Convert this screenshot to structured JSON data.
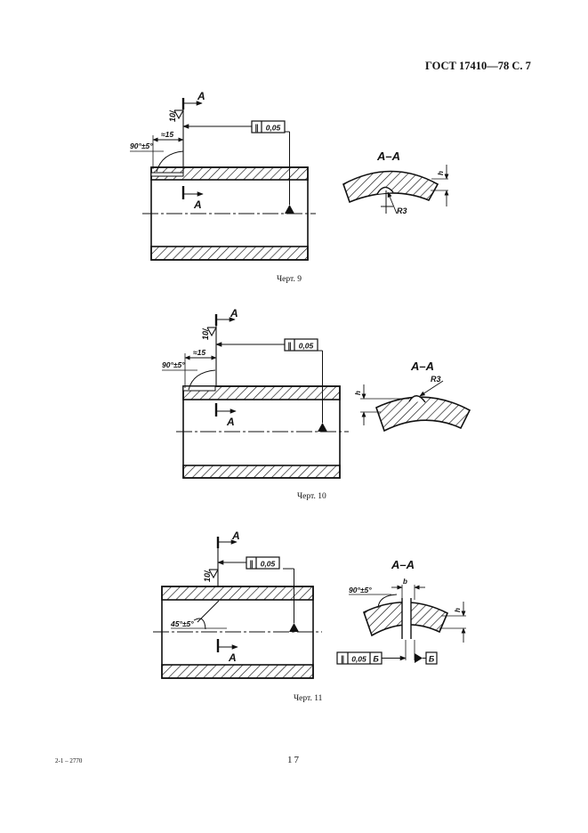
{
  "header": {
    "standard": "ГОСТ 17410—78 С. 7"
  },
  "fig9": {
    "caption": "Черт. 9",
    "section": "А",
    "section_view": "А–А",
    "roughness": "10/",
    "dim_len": "≈15",
    "angle": "90°±5°",
    "tol_symbol": "∥",
    "tol_value": "0,05",
    "radius": "R3",
    "depth": "h"
  },
  "fig10": {
    "caption": "Черт. 10",
    "section": "А",
    "section_view": "А–А",
    "roughness": "10/",
    "dim_len": "≈15",
    "angle": "90°±5°",
    "tol_symbol": "∥",
    "tol_value": "0,05",
    "radius": "R3",
    "depth": "h"
  },
  "fig11": {
    "caption": "Черт. 11",
    "section": "А",
    "section_view": "А–А",
    "roughness": "10/",
    "angle_inner": "45°±5°",
    "angle_section": "90°±5°",
    "tol_symbol": "∥",
    "tol_value": "0,05",
    "datum": "Б",
    "width": "b",
    "depth": "h"
  },
  "footer": {
    "code": "2-1 – 2770",
    "page_number": "17"
  }
}
